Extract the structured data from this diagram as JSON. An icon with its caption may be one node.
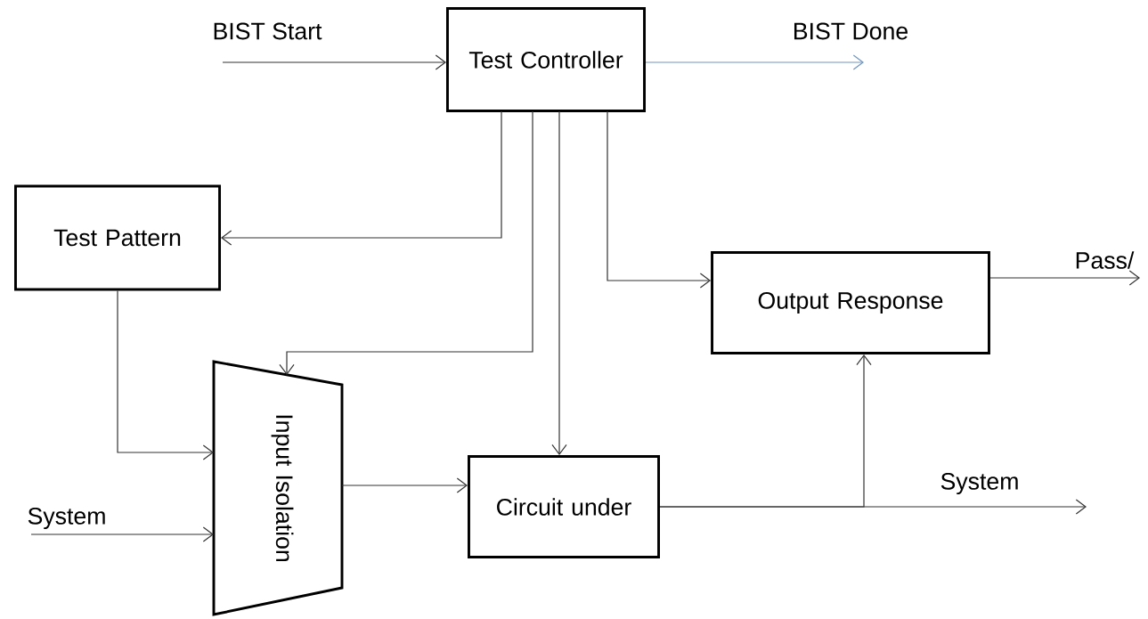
{
  "diagram": {
    "nodes": [
      {
        "text": [
          "Test Controller"
        ]
      },
      {
        "text": [
          "Test Pattern"
        ]
      },
      {
        "text": [
          "Output Response"
        ]
      },
      {
        "text": [
          "Input Isolation"
        ]
      },
      {
        "text": [
          "Circuit under"
        ]
      }
    ],
    "edges": [
      {
        "from": null,
        "to": 0,
        "arrow": "to",
        "label": "BIST Start"
      },
      {
        "from": 0,
        "to": null,
        "arrow": "to",
        "label": "BIST Done",
        "color": "#6f94bf"
      },
      {
        "from": 0,
        "to": 1,
        "arrow": "to"
      },
      {
        "from": 0,
        "to": 3,
        "arrow": "to"
      },
      {
        "from": 0,
        "to": 4,
        "arrow": "to"
      },
      {
        "from": 0,
        "to": 2,
        "arrow": "to"
      },
      {
        "from": 1,
        "to": 3,
        "arrow": "to"
      },
      {
        "from": null,
        "to": 3,
        "arrow": "to",
        "label": "System"
      },
      {
        "from": 3,
        "to": 4,
        "arrow": "to"
      },
      {
        "from": 4,
        "to": 2,
        "arrow": "to"
      },
      {
        "from": 4,
        "to": null,
        "arrow": "to",
        "label": "System"
      },
      {
        "from": 2,
        "to": null,
        "arrow": "to",
        "label": "Pass/"
      }
    ]
  }
}
